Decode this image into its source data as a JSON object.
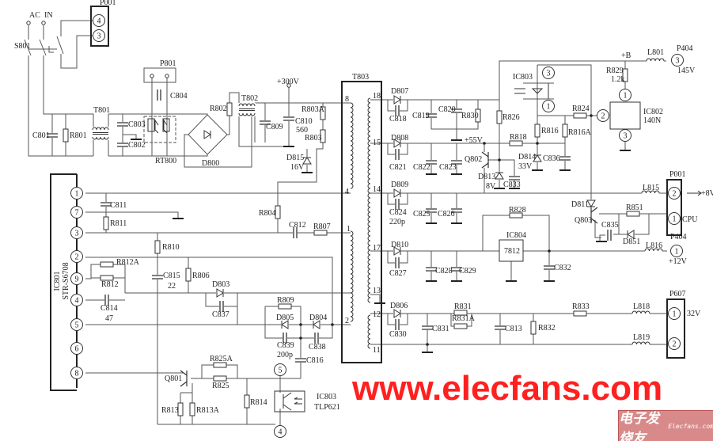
{
  "title": "Switching power supply schematic",
  "watermark": "www.elecfans.com",
  "logo": {
    "cn": "电子发烧友",
    "en": "Elecfans.com"
  },
  "colors": {
    "wire": "#555555",
    "watermark": "#ff2020",
    "logo_bg": "#d88a8a"
  },
  "labels": {
    "AC": "AC",
    "IN": "IN",
    "S801": "S801",
    "P001_top": "P001",
    "p001_4": "4",
    "p001_3": "3",
    "P801": "P801",
    "C804": "C804",
    "C801": "C801",
    "R801": "R801",
    "T801": "T801",
    "C803": "C803",
    "C802": "C802",
    "RT800": "RT800",
    "D800": "D800",
    "R802": "R802",
    "T802": "T802",
    "p300": "+300V",
    "C809": "C809",
    "C810": "C810",
    "C810v": "560",
    "R803A": "R803A",
    "R803": "R803",
    "D815": "D815",
    "D815v": "16V",
    "T803": "T803",
    "t8": "8",
    "t4": "4",
    "t1": "1",
    "t2": "2",
    "t18": "18",
    "t15": "15",
    "t14": "14",
    "t17": "17",
    "t13": "13",
    "t12": "12",
    "t11": "11",
    "IC801": "IC801",
    "IC801m": "STR-S6708",
    "i1": "1",
    "i7": "7",
    "i3": "3",
    "i2": "2",
    "i9": "9",
    "i4": "4",
    "i5": "5",
    "i6": "6",
    "i8": "8",
    "C811": "C811",
    "R811": "R811",
    "R804": "R804",
    "C812": "C812",
    "R807": "R807",
    "R810": "R810",
    "R812A": "R812A",
    "R812": "R812",
    "C814": "C814",
    "C814v": "47",
    "C815": "C815",
    "C815v": "22",
    "R806": "R806",
    "D803": "D803",
    "C837": "C837",
    "R809": "R809",
    "D805": "D805",
    "D804": "D804",
    "C839": "C839",
    "C839v": "200p",
    "C838": "C838",
    "C816": "C816",
    "Q801": "Q801",
    "R825A": "R825A",
    "R825": "R825",
    "R813": "R813",
    "R813A": "R813A",
    "R814": "R814",
    "o5": "5",
    "o4": "4",
    "IC803_b": "IC803",
    "TLP621": "TLP621",
    "D807": "D807",
    "C818": "C818",
    "C819": "C819",
    "C820": "C820",
    "R830": "R830",
    "R826": "R826",
    "v55": "+55V",
    "D808": "D808",
    "C821": "C821",
    "C822": "C822",
    "C823": "C823",
    "Q802": "Q802",
    "D813": "D813",
    "D813v": "8V",
    "C833": "C833",
    "R818": "R818",
    "D814": "D814",
    "D814v": "33V",
    "C836": "C836",
    "IC803_t": "IC803",
    "k3": "3",
    "k1": "1",
    "R816": "R816",
    "R816A": "R816A",
    "R824": "R824",
    "pB": "+B",
    "L801": "L801",
    "P404_t": "P404",
    "p404_3": "3",
    "v145": "145V",
    "R829": "R829",
    "R829v": "1.2k",
    "IC802": "IC802",
    "IC802m": "140N",
    "m1": "1",
    "m2": "2",
    "m3": "3",
    "D809": "D809",
    "C824": "C824",
    "C824v": "220p",
    "C825": "C825",
    "C826": "C826",
    "L815": "L815",
    "P001_r": "P001",
    "pr2": "2",
    "v8": "+8V",
    "pr1": "1",
    "CPU": "CPU",
    "P404_b": "P404",
    "D811": "D811",
    "Q803": "Q803",
    "R851": "R851",
    "C835": "C835",
    "D851": "D851",
    "R828": "R828",
    "IC804": "IC804",
    "IC804m": "7812",
    "D810": "D810",
    "C827": "C827",
    "C828": "C828",
    "C829": "C829",
    "C832": "C832",
    "L816": "L816",
    "q1": "1",
    "v12": "+12V",
    "D806": "D806",
    "C830": "C830",
    "C831": "C831",
    "R831": "R831",
    "R831A": "R831A",
    "C813": "C813",
    "R832": "R832",
    "R833": "R833",
    "L818": "L818",
    "L819": "L819",
    "P607": "P607",
    "s1": "1",
    "s2": "2",
    "v32": "32V"
  }
}
